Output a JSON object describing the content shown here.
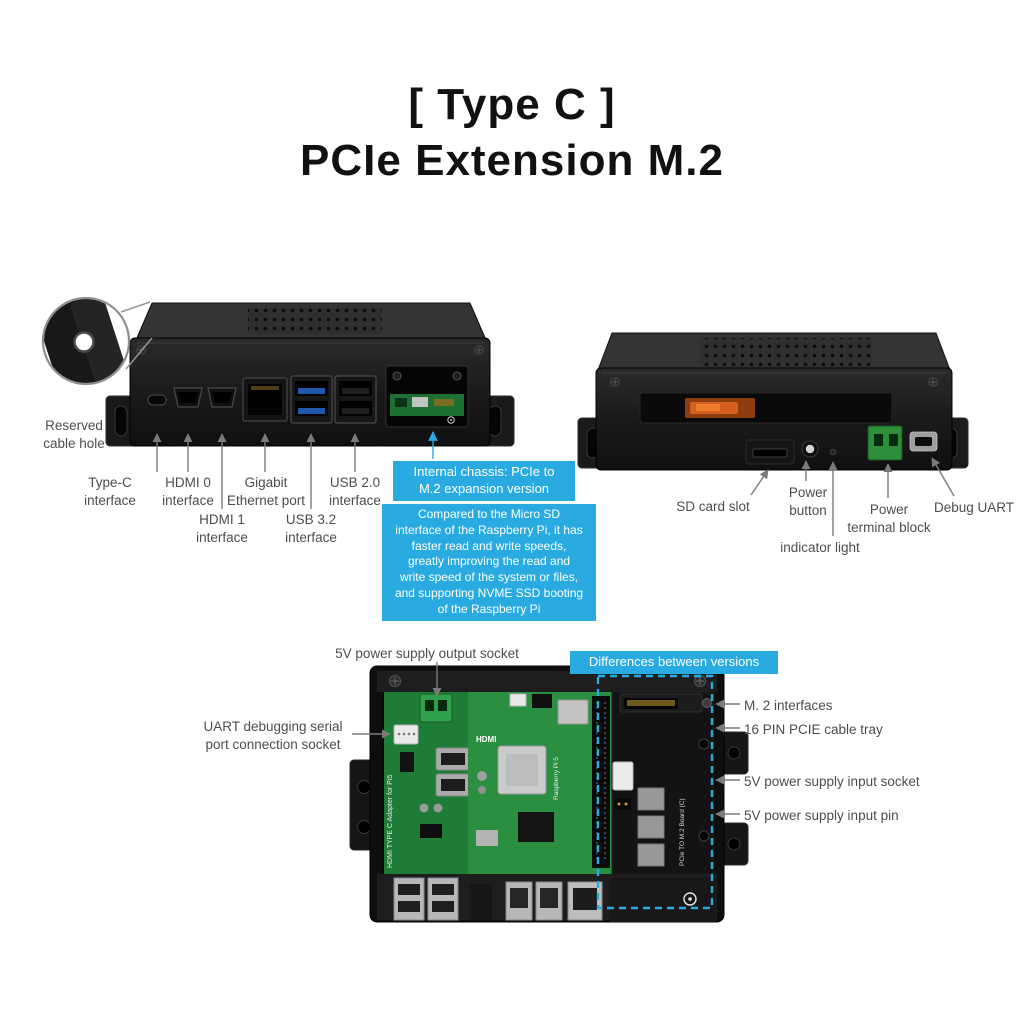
{
  "colors": {
    "highlight": "#29abe2",
    "label_text": "#4d4d4d",
    "title_text": "#111111"
  },
  "title": {
    "line1": "[ Type C ]",
    "line2": "PCIe Extension M.2"
  },
  "front_view": {
    "labels": {
      "reserved_cable_hole": "Reserved\ncable hole",
      "type_c": "Type-C\ninterface",
      "hdmi_0": "HDMI 0\ninterface",
      "hdmi_1": "HDMI 1\ninterface",
      "gigabit_ethernet": "Gigabit\nEthernet port",
      "usb_32": "USB 3.2\ninterface",
      "usb_20": "USB 2.0\ninterface",
      "internal_chassis": "Internal chassis: PCIe to\nM.2 expansion version",
      "chassis_note": "Compared to the Micro SD\ninterface of the Raspberry Pi, it has\nfaster read and write speeds,\ngreatly improving the read and\nwrite speed of the system or files,\nand supporting NVME SSD booting\nof the Raspberry Pi"
    }
  },
  "back_view": {
    "labels": {
      "sd_card_slot": "SD card slot",
      "power_button": "Power\nbutton",
      "indicator_light": "indicator light",
      "power_terminal_block": "Power\nterminal block",
      "debug_uart": "Debug UART"
    }
  },
  "internal_view": {
    "labels": {
      "power_output_socket": "5V power supply output socket",
      "uart_socket": "UART debugging serial\nport connection socket",
      "differences": "Differences between versions",
      "m2_interfaces": "M. 2 interfaces",
      "pcie_cable_tray": "16 PIN PCIE cable tray",
      "power_input_socket": "5V power supply input socket",
      "power_input_pin": "5V power supply input pin"
    },
    "board_texts": {
      "adapter_board": "HDMI TYPE C Adapter for Pi5",
      "m2_board": "PCIe TO M.2 Board (C)",
      "pi_board": "Raspberry Pi 5",
      "hdmi_silk": "HDMI"
    }
  }
}
